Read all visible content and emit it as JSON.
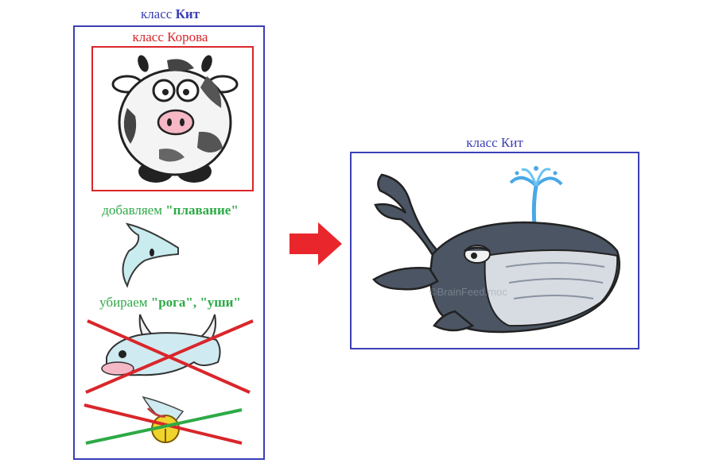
{
  "left": {
    "title_prefix": "класс ",
    "title_bold": "Кит"
  },
  "cow": {
    "title": "класс Корова"
  },
  "add": {
    "prefix": "добавляем ",
    "bold": "\"плавание\""
  },
  "remove": {
    "prefix": "убираем ",
    "bold": "\"рога\", \"уши\""
  },
  "right": {
    "title": "класс Кит",
    "watermark": "©BrainFeed.moc"
  },
  "colors": {
    "blue": "#3b3fb5",
    "red": "#d9262b",
    "green": "#2eaa47"
  }
}
